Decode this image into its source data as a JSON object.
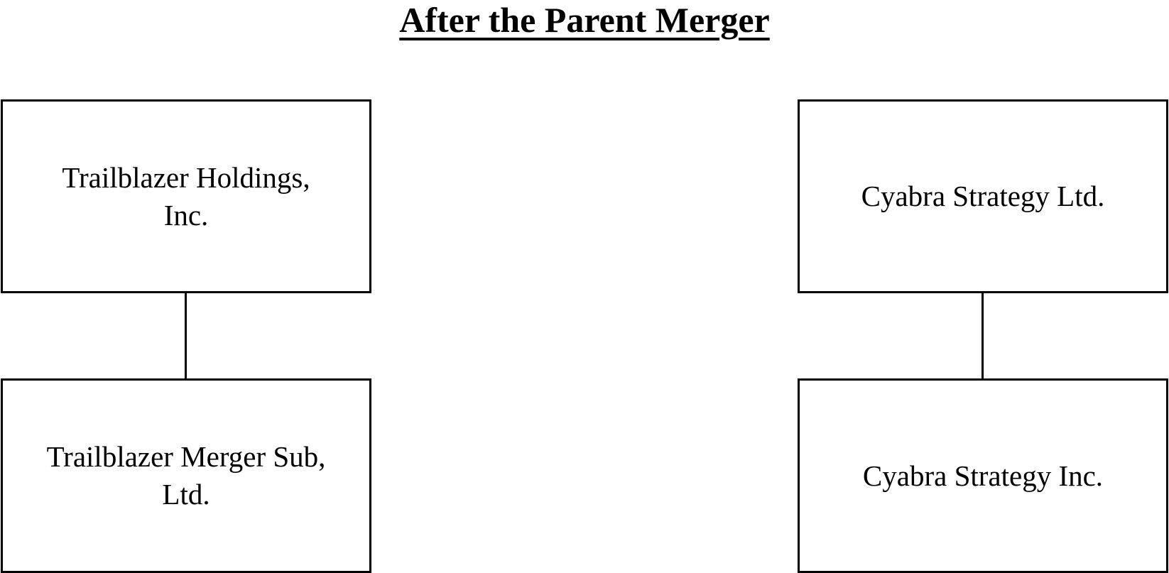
{
  "title": "After the Parent Merger",
  "entities": {
    "left_parent": "Trailblazer Holdings, Inc.",
    "left_child": "Trailblazer Merger Sub, Ltd.",
    "right_parent": "Cyabra Strategy Ltd.",
    "right_child": "Cyabra Strategy Inc."
  }
}
